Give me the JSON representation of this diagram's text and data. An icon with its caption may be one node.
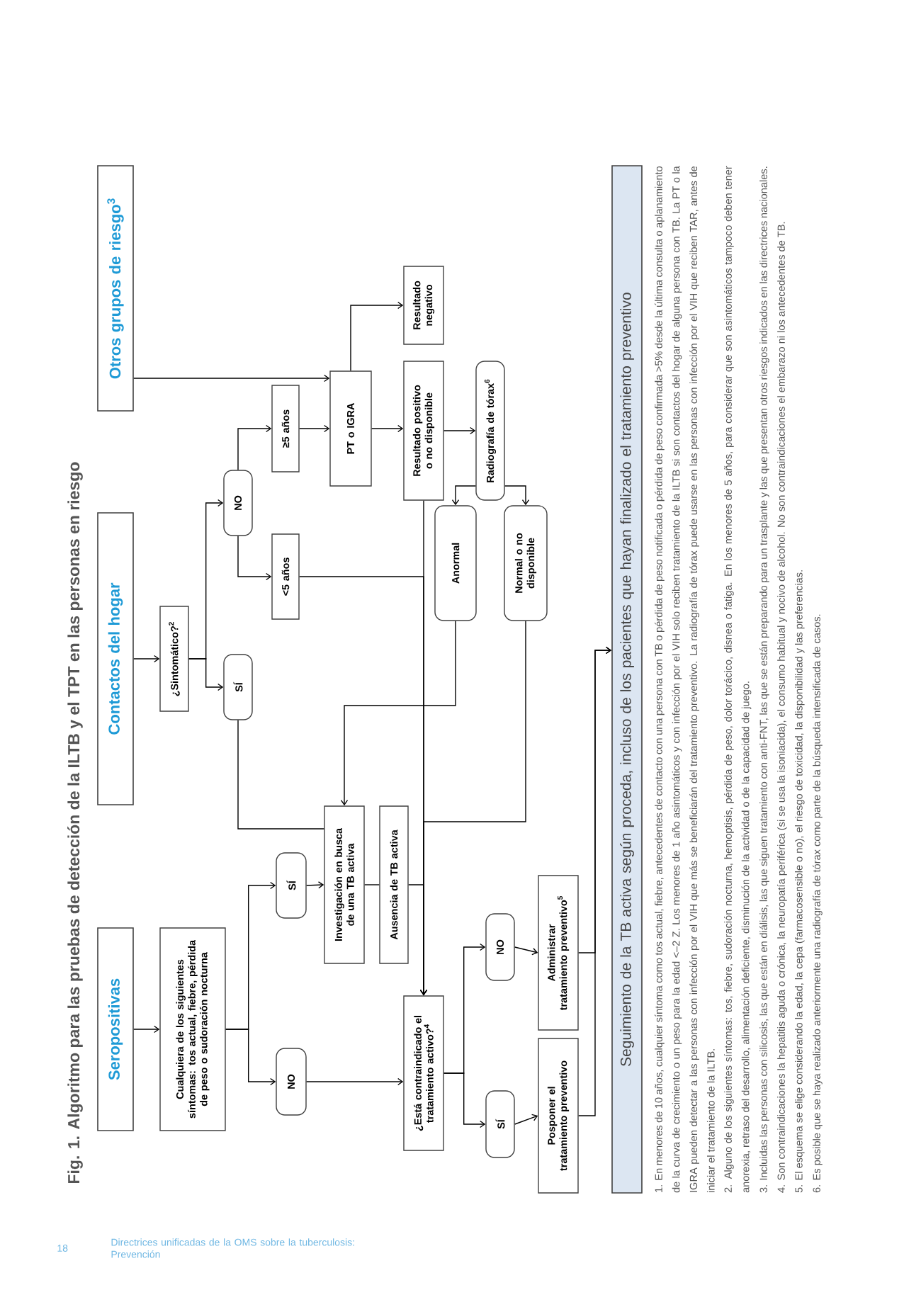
{
  "diagram": {
    "title": "Fig. 1. Algoritmo para las pruebas de detección de la ILTB y el TPT en las personas en riesgo",
    "nodes": [
      {
        "text": [
          "Seropositivas"
        ]
      },
      {
        "text": [
          "Contactos del hogar"
        ]
      },
      {
        "text": [
          "Otros grupos de riesgo$^{3}$"
        ]
      },
      {
        "text": [
          "**Cualquiera de los siguientes síntomas:** tos actual, fiebre, pérdida de peso o sudoración nocturna"
        ]
      },
      {
        "text": [
          "¿Sintomático?$^{2}$"
        ]
      },
      {
        "text": [
          "NO"
        ]
      },
      {
        "text": [
          "SÍ"
        ]
      },
      {
        "text": [
          "SÍ"
        ]
      },
      {
        "text": [
          "NO"
        ]
      },
      {
        "text": [
          "<5 años"
        ]
      },
      {
        "text": [
          "≥5 años"
        ]
      },
      {
        "text": [
          "PT o IGRA"
        ]
      },
      {
        "text": [
          "Resultado negativo"
        ]
      },
      {
        "text": [
          "Investigación en busca de una TB activa"
        ]
      },
      {
        "text": [
          "Ausencia de TB activa"
        ]
      },
      {
        "text": [
          "**Resultado positivo** o no disponible"
        ]
      },
      {
        "text": [
          "Anormal"
        ]
      },
      {
        "text": [
          "Radiografía de tórax$^{6}$"
        ]
      },
      {
        "text": [
          "**Normal** o no disponible"
        ]
      },
      {
        "text": [
          "¿Está contraindicado el tratamiento activo?$^{4}$"
        ]
      },
      {
        "text": [
          "SÍ"
        ]
      },
      {
        "text": [
          "NO"
        ]
      },
      {
        "text": [
          "Posponer el tratamiento preventivo"
        ]
      },
      {
        "text": [
          "Administrar tratamiento preventivo$^{5}$"
        ]
      },
      {
        "text": [
          "Seguimiento de la TB activa según proceda, incluso de los pacientes que hayan finalizado el tratamiento preventivo"
        ]
      }
    ],
    "edges": [
      {
        "from": 0,
        "to": 3,
        "arrow": "to"
      },
      {
        "from": 3,
        "to": 5,
        "arrow": "to"
      },
      {
        "from": 3,
        "to": 6,
        "arrow": "to"
      },
      {
        "from": 6,
        "to": 13,
        "arrow": "to"
      },
      {
        "from": 5,
        "to": 19,
        "arrow": "to"
      },
      {
        "from": 1,
        "to": 4,
        "arrow": "to"
      },
      {
        "from": 4,
        "to": 7,
        "arrow": "to"
      },
      {
        "from": 4,
        "to": 8,
        "arrow": "to"
      },
      {
        "from": 7,
        "to": 13,
        "arrow": "none"
      },
      {
        "from": 8,
        "to": 9,
        "arrow": "to"
      },
      {
        "from": 8,
        "to": 10,
        "arrow": "to"
      },
      {
        "from": 10,
        "to": 11,
        "arrow": "to"
      },
      {
        "from": 2,
        "to": 11,
        "arrow": "to"
      },
      {
        "from": 11,
        "to": 15,
        "arrow": "to"
      },
      {
        "from": 11,
        "to": 12,
        "arrow": "to"
      },
      {
        "from": 15,
        "to": 17,
        "arrow": "to"
      },
      {
        "from": 17,
        "to": 16,
        "arrow": "to"
      },
      {
        "from": 17,
        "to": 18,
        "arrow": "to"
      },
      {
        "from": 16,
        "to": 13,
        "arrow": "to"
      },
      {
        "from": 13,
        "to": 14,
        "arrow": "none"
      },
      {
        "from": 14,
        "to": 19,
        "arrow": "to"
      },
      {
        "from": 9,
        "to": 19,
        "arrow": "to"
      },
      {
        "from": 15,
        "to": 19,
        "arrow": "to"
      },
      {
        "from": 18,
        "to": 19,
        "arrow": "to"
      },
      {
        "from": 19,
        "to": 20,
        "arrow": "to"
      },
      {
        "from": 19,
        "to": 21,
        "arrow": "to"
      },
      {
        "from": 20,
        "to": 22,
        "arrow": "to"
      },
      {
        "from": 21,
        "to": 23,
        "arrow": "to"
      },
      {
        "from": 22,
        "to": 24,
        "arrow": "to"
      },
      {
        "from": 23,
        "to": 24,
        "arrow": "to"
      }
    ],
    "labels": [
      "1. En menores de 10 años, cualquier síntoma como tos actual, fiebre, antecedentes de contacto con una persona con TB o pérdida de peso notificada o pérdida de peso confirmada >5% desde la última consulta o aplanamiento de la curva de crecimiento o un peso para la edad <–2 Z. Los menores de 1 año asintomáticos y con infección por el VIH solo reciben tratamiento de la ILTB si son contactos del hogar de alguna persona con TB. La PT o la IGRA pueden detectar a las personas con infección por el VIH que más se beneficiarán del tratamiento preventivo. La radiografía de tórax puede usarse en las personas con infección por el VIH que reciben TAR, antes de iniciar el tratamiento de la ILTB.",
      "2. Alguno de los siguientes síntomas: tos, fiebre, sudoración nocturna, hemoptisis, pérdida de peso, dolor torácico, disnea o fatiga. En los menores de 5 años, para considerar que son asintomáticos tampoco deben tener anorexia, retraso del desarrollo, alimentación deficiente, disminución de la actividad o de la capacidad de juego.",
      "3. Incluidas las personas con silicosis, las que están en diálisis, las que siguen tratamiento con anti-FNT, las que se están preparando para un trasplante y las que presentan otros riesgos indicados en las directrices nacionales.",
      "4. Son contraindicaciones la hepatitis aguda o crónica, la neuropatía periférica (si se usa la isoniacida), el consumo habitual y nocivo de alcohol. No son contraindicaciones el embarazo ni los antecedentes de TB.",
      "5. El esquema se elige considerando la edad, la cepa (farmacosensible o no), el riesgo de toxicidad, la disponibilidad y las preferencias.",
      "6. Es posible que se haya realizado anteriormente una radiografía de tórax como parte de la búsqueda intensificada de casos.",
      "18",
      "Directrices unificadas de la OMS sobre la tuberculosis: Prevención"
    ]
  }
}
